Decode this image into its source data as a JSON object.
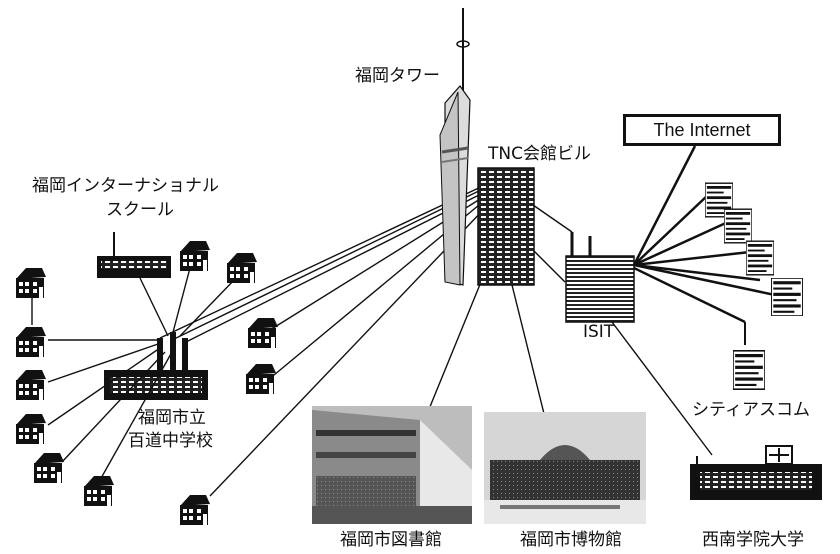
{
  "labels": {
    "tower": "福岡タワー",
    "tnc": "TNC会館ビル",
    "internet": "The Internet",
    "school_line1": "福岡インターナショナル",
    "school_line2": "スクール",
    "isit": "ISIT",
    "citycom": "シティアスコム",
    "middle_school_line1": "福岡市立",
    "middle_school_line2": "百道中学校",
    "library": "福岡市図書館",
    "museum": "福岡市博物館",
    "university": "西南学院大学"
  }
}
